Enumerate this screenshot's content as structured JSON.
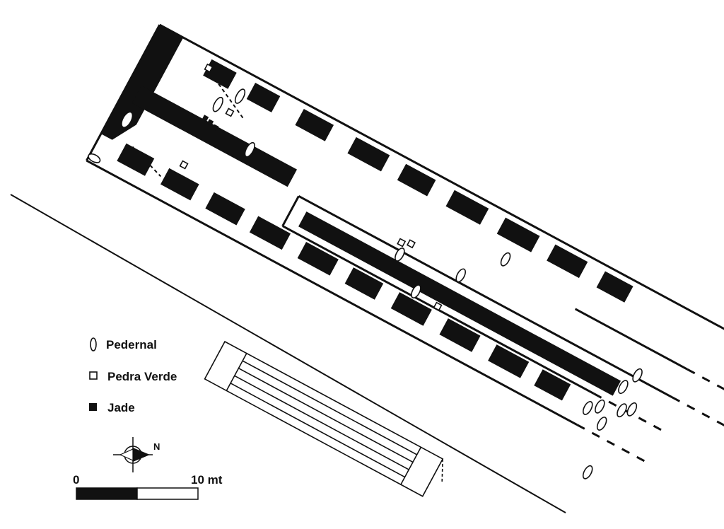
{
  "legend": {
    "items": [
      {
        "key": "pedernal",
        "label": "Pedernal",
        "icon": "leaf-outline-icon"
      },
      {
        "key": "pedra_verde",
        "label": "Pedra Verde",
        "icon": "square-outline-icon"
      },
      {
        "key": "jade",
        "label": "Jade",
        "icon": "square-filled-icon"
      }
    ]
  },
  "north_arrow": {
    "label": "N",
    "icon": "north-arrow-icon"
  },
  "scale_bar": {
    "start_label": "0",
    "end_label": "10 mt"
  },
  "colors": {
    "ink": "#111111",
    "paper": "#ffffff"
  }
}
